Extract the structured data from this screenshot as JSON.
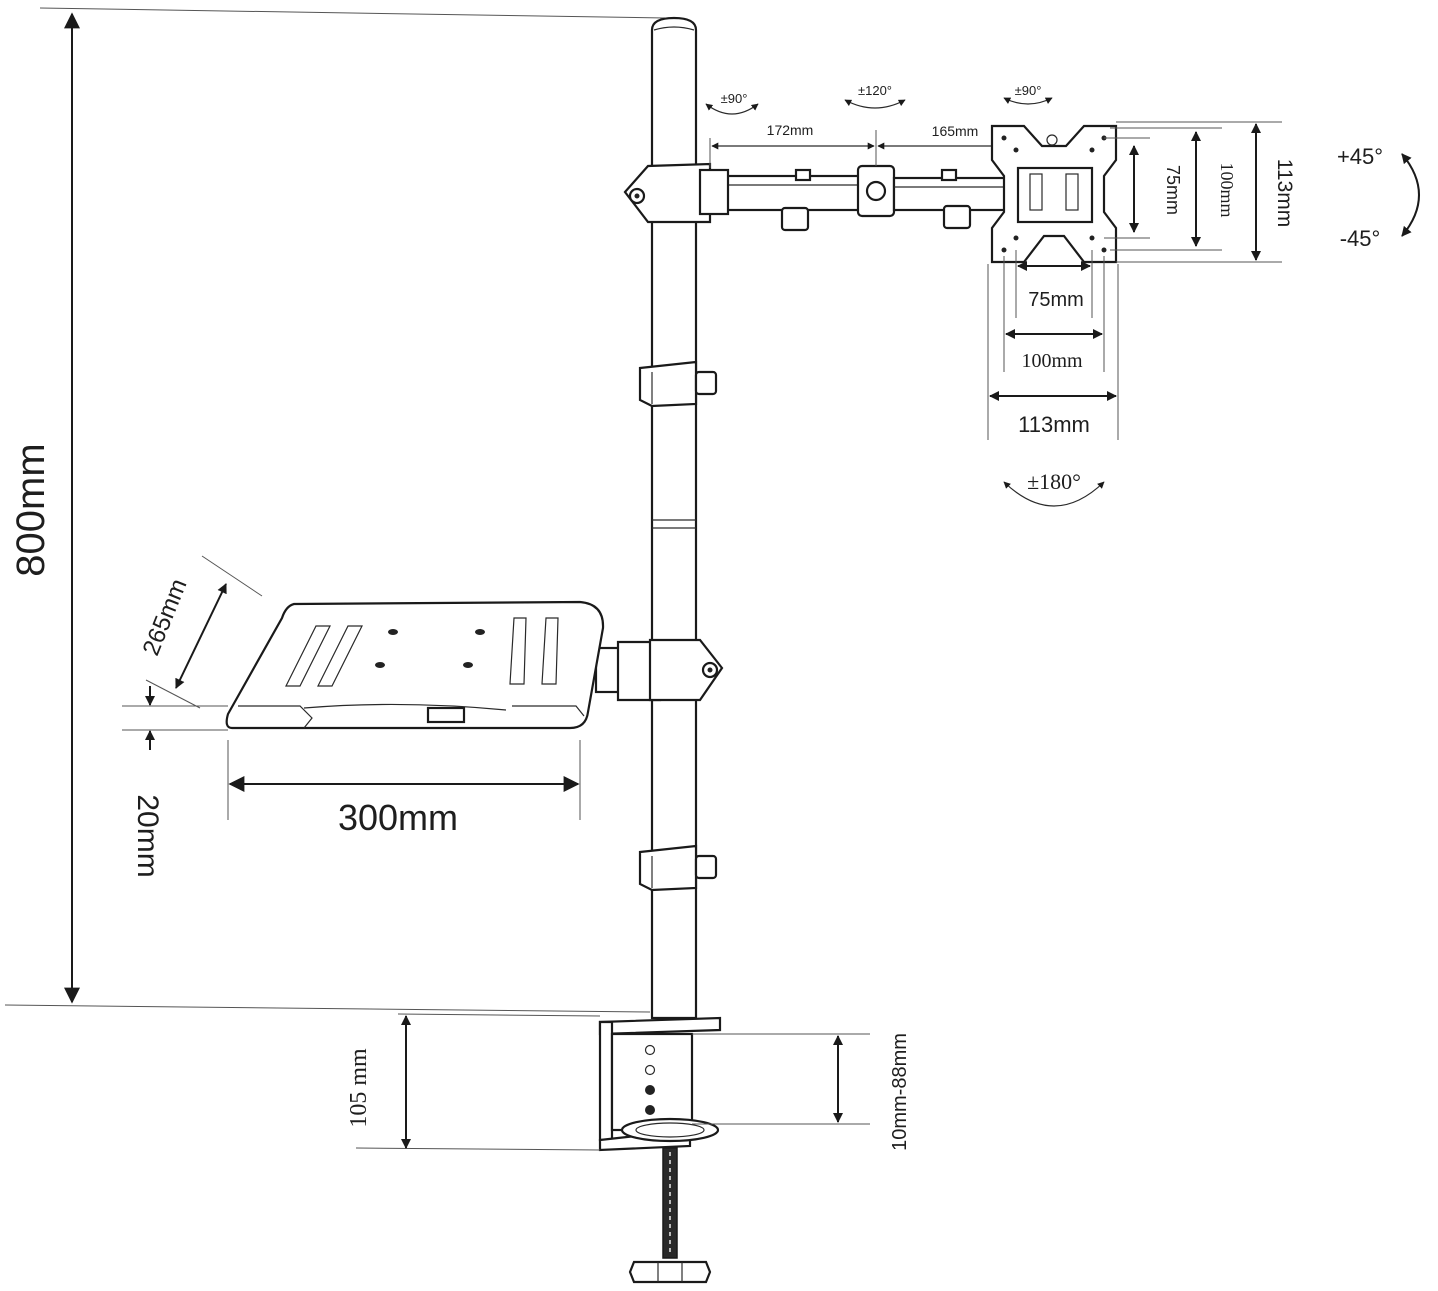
{
  "dimensions": {
    "overall_height": "800mm",
    "arm_segment_1": "172mm",
    "arm_segment_2": "165mm",
    "vesa_vertical_75": "75mm",
    "vesa_vertical_100": "100mm",
    "plate_height": "113mm",
    "vesa_horizontal_75": "75mm",
    "vesa_horizontal_100": "100mm",
    "plate_width": "113mm",
    "tray_depth": "265mm",
    "tray_thickness": "20mm",
    "tray_width": "300mm",
    "clamp_height": "105 mm",
    "desk_thickness_range": "10mm-88mm"
  },
  "rotations": {
    "joint_left": "±90°",
    "joint_middle": "±120°",
    "joint_right": "±90°",
    "tilt_up": "+45°",
    "tilt_down": "-45°",
    "rotate": "±180°"
  },
  "colors": {
    "line": "#1a1a1a",
    "background": "#ffffff"
  }
}
